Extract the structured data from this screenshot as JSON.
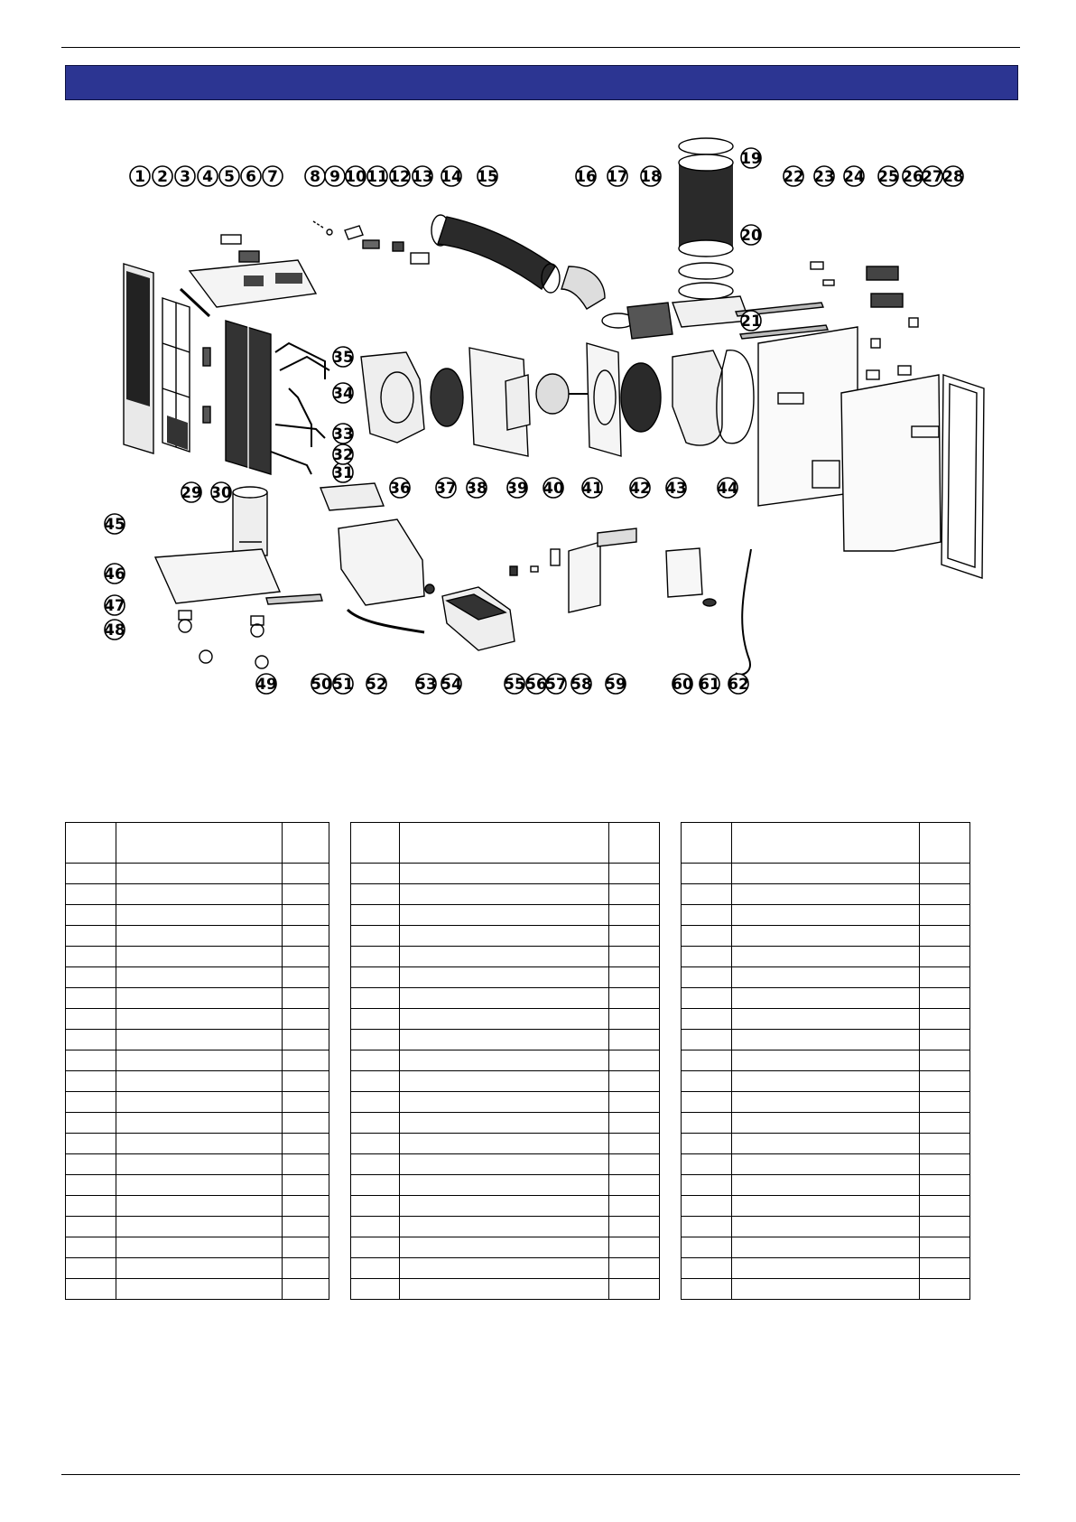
{
  "diagram": {
    "callouts": [
      {
        "n": "1"
      },
      {
        "n": "2"
      },
      {
        "n": "3"
      },
      {
        "n": "4"
      },
      {
        "n": "5"
      },
      {
        "n": "6"
      },
      {
        "n": "7"
      },
      {
        "n": "8"
      },
      {
        "n": "9"
      },
      {
        "n": "10"
      },
      {
        "n": "11"
      },
      {
        "n": "12"
      },
      {
        "n": "13"
      },
      {
        "n": "14"
      },
      {
        "n": "15"
      },
      {
        "n": "16"
      },
      {
        "n": "17"
      },
      {
        "n": "18"
      },
      {
        "n": "19"
      },
      {
        "n": "20"
      },
      {
        "n": "21"
      },
      {
        "n": "22"
      },
      {
        "n": "23"
      },
      {
        "n": "24"
      },
      {
        "n": "25"
      },
      {
        "n": "26"
      },
      {
        "n": "27"
      },
      {
        "n": "28"
      },
      {
        "n": "29"
      },
      {
        "n": "30"
      },
      {
        "n": "31"
      },
      {
        "n": "32"
      },
      {
        "n": "33"
      },
      {
        "n": "34"
      },
      {
        "n": "35"
      },
      {
        "n": "36"
      },
      {
        "n": "37"
      },
      {
        "n": "38"
      },
      {
        "n": "39"
      },
      {
        "n": "40"
      },
      {
        "n": "41"
      },
      {
        "n": "42"
      },
      {
        "n": "43"
      },
      {
        "n": "44"
      },
      {
        "n": "45"
      },
      {
        "n": "46"
      },
      {
        "n": "47"
      },
      {
        "n": "48"
      },
      {
        "n": "49"
      },
      {
        "n": "50"
      },
      {
        "n": "51"
      },
      {
        "n": "52"
      },
      {
        "n": "53"
      },
      {
        "n": "54"
      },
      {
        "n": "55"
      },
      {
        "n": "56"
      },
      {
        "n": "57"
      },
      {
        "n": "58"
      },
      {
        "n": "59"
      },
      {
        "n": "60"
      },
      {
        "n": "61"
      },
      {
        "n": "62"
      }
    ]
  },
  "tables": [
    {
      "rows": 21
    },
    {
      "rows": 21
    },
    {
      "rows": 21
    }
  ],
  "colors": {
    "banner": "#2c3592",
    "line": "#000000"
  }
}
